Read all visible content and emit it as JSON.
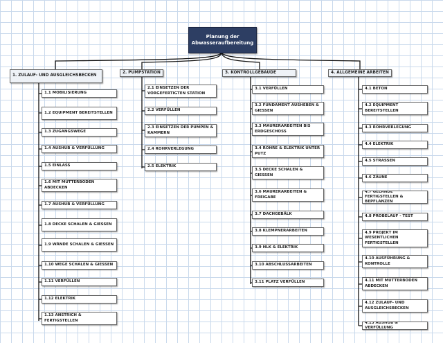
{
  "root": {
    "line1": "Planung der",
    "line2": "Abwasseraufbereitung"
  },
  "categories": [
    {
      "label": "1.     ZULAUF- UND AUSGLEICHSBECKEN"
    },
    {
      "label": "2.  PUMPSTATION"
    },
    {
      "label": "3.  KONTROLLGEBÄUDE"
    },
    {
      "label": "4.  ALLGEMEINE ARBEITEN"
    }
  ],
  "col1": [
    "1.1 MOBILISIERUNG",
    "1.2      EQUIPMENT BEREITSTELLEN",
    "1.3 ZUGANGSWEGE",
    "1.4 AUSHUB & VERFÜLLUNG",
    "1.5 EINLASS",
    "1.6 MIT MUTTERBODEN ABDECKEN",
    "1.7 AUSHUB & VERFÜLLUNG",
    "1.8 DECKE SCHALEN & GIESSEN",
    "1.9 WÄNDE SCHALEN & GIESSEN",
    "1.10 WEGE SCHALEN & GIESSEN",
    "1.11 VERFÜLLEN",
    "1.12 ELEKTRIK",
    "1.13      ANSTRICH & FERTIGSTELLEN"
  ],
  "col2": [
    "2.1      EINSETZEN DER VORGEFERTIGTEN STATION",
    "2.2 VERFÜLLEN",
    "2.3  EINSETZEN DER PUMPEN & KAMMERN",
    "2.4 ROHRVERLEGUNG",
    "2.5 ELEKTRIK"
  ],
  "col3": [
    "3.1 VERFÜLLEN",
    "3.2 FUNDAMENT AUSHEBEN & GIESSEN",
    "3.3  MAURERARBEITEN BIS ERDGESCHOSS",
    "3.4 ROHRE & ELEKTRIK UNTER PUTZ",
    "3.5 DECKE SCHALEN & GIESSEN",
    "3.6 MAURERARBEITEN & FREIGABE",
    "3.7 DACHGEBÄLK",
    "3.8 KLEMPNERARBEITEN",
    "3.9 HLK & ELEKTRIK",
    "3.10 ABSCHLUSSARBEITEN",
    "3.11 PLATZ VERFÜLLEN"
  ],
  "col4": [
    "4.1 BETON",
    "4.2      EQUIPMENT BEREITSTELLEN",
    "4.3 ROHRVERLEGUNG",
    "4.4 ELEKTRIK",
    "4.5 STRASSEN",
    "4.6 ZÄUNE",
    "4.7 GELÄNDE FERTIGSTELLEN & BEPFLANZEN",
    "4.8 PROBELAUF - TEST",
    "4.9      PROJEKT IM WESENTLICHEN FERTIGSTELLEN",
    "4.10 AUSFÜHRUNG & KONTROLLE",
    "4.11 MIT MUTTERBODEN ABDECKEN",
    "4.12      ZULAUF- UND AUSGLEICHSBECKEN",
    "4.13 AUSHUB & VERFÜLLUNG"
  ]
}
